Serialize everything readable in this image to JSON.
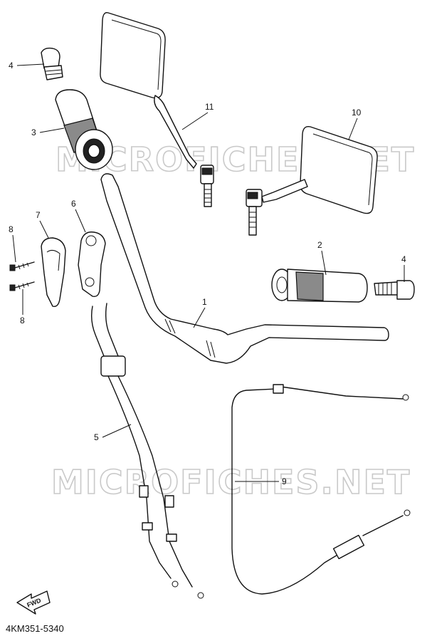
{
  "watermarks": [
    "MICROFICHES.NET",
    "MICROFICHES.NET"
  ],
  "callouts": {
    "c1": "1",
    "c2": "2",
    "c3": "3",
    "c4a": "4",
    "c4b": "4",
    "c5": "5",
    "c6": "6",
    "c7": "7",
    "c8a": "8",
    "c8b": "8",
    "c9": "9",
    "c10": "10",
    "c11": "11"
  },
  "fwd_label": "FWD",
  "part_number": "4KM351-5340"
}
